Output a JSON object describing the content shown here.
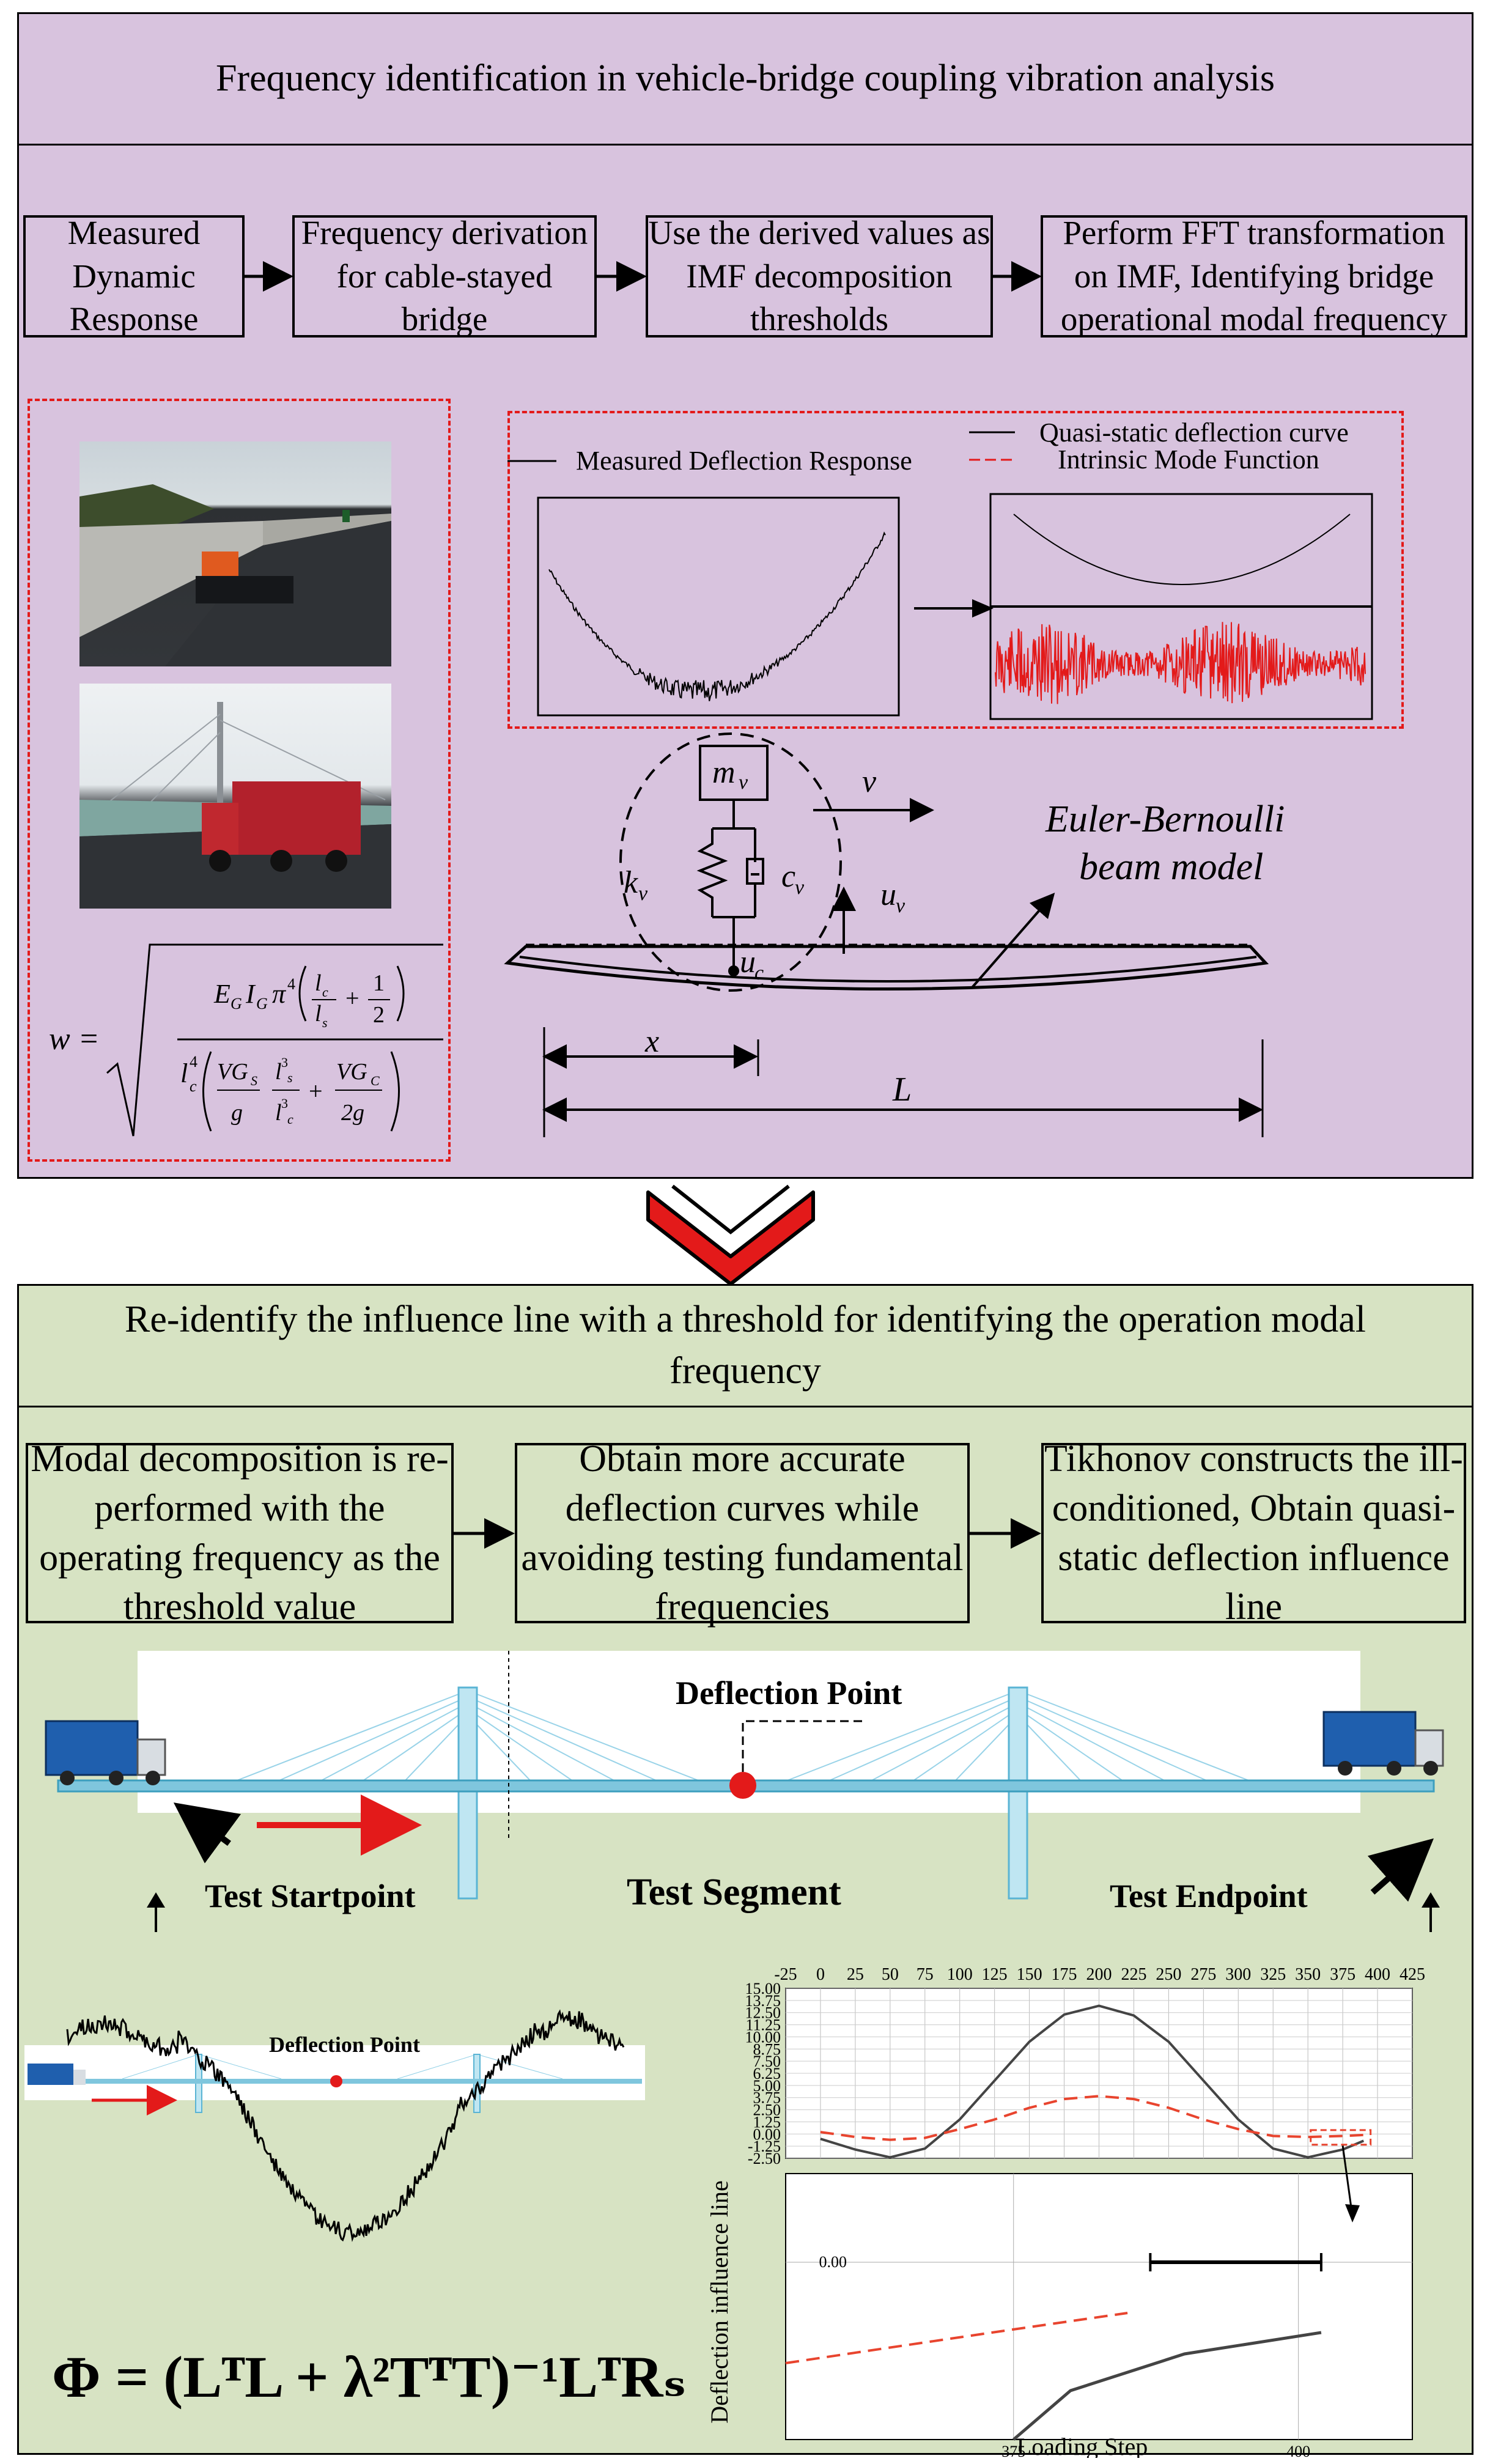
{
  "top_panel": {
    "title": "Frequency identification in vehicle-bridge coupling vibration analysis",
    "steps": [
      "Measured Dynamic Response",
      "Frequency derivation for cable-stayed bridge",
      "Use the derived values as IMF decomposition thresholds",
      "Perform FFT transformation on IMF, Identifying bridge operational modal frequency"
    ],
    "legend": {
      "measured": "Measured Deflection Response",
      "quasi_static": "Quasi-static deflection curve",
      "imf": "Intrinsic Mode Function"
    },
    "model": {
      "mass": "m",
      "mass_sub": "v",
      "velocity": "v",
      "stiffness": "k",
      "stiffness_sub": "v",
      "damping": "c",
      "damping_sub": "v",
      "disp_vehicle": "u",
      "disp_vehicle_sub": "v",
      "disp_contact": "u",
      "disp_contact_sub": "c",
      "beam_label_1": "Euler-Bernoulli",
      "beam_label_2": "beam model",
      "x_label": "x",
      "length_label": "L"
    },
    "formula_lhs": "w ="
  },
  "bottom_panel": {
    "title": "Re-identify the influence line with a threshold for identifying the operation modal frequency",
    "steps": [
      "Modal decomposition is re-performed with the operating frequency as the threshold value",
      "Obtain more accurate deflection curves while avoiding testing fundamental frequencies",
      "Tikhonov constructs the ill-conditioned, Obtain quasi-static deflection influence line"
    ],
    "bridge": {
      "deflection_point": "Deflection Point",
      "test_start": "Test Startpoint",
      "test_segment": "Test Segment",
      "test_end": "Test Endpoint"
    },
    "mini_bridge_label": "Deflection Point",
    "equation": "Φ = (LᵀL + λ²TᵀT)⁻¹LᵀRₛ"
  },
  "chart_data": {
    "type": "line",
    "ylabel": "Deflection influence line",
    "xlabel": "Loading Step",
    "top_x_ticks": [
      "-25",
      "0",
      "25",
      "50",
      "75",
      "100",
      "125",
      "150",
      "175",
      "200",
      "225",
      "250",
      "275",
      "300",
      "325",
      "350",
      "375",
      "400",
      "425"
    ],
    "top_y_ticks": [
      "15.00",
      "13.75",
      "12.50",
      "11.25",
      "10.00",
      "8.75",
      "7.50",
      "6.25",
      "5.00",
      "3.75",
      "2.50",
      "1.25",
      "0.00",
      "-1.25",
      "-2.50"
    ],
    "xlim": [
      -25,
      425
    ],
    "ylim": [
      -2.5,
      15
    ],
    "series": [
      {
        "x": [
          0,
          25,
          50,
          75,
          100,
          125,
          150,
          175,
          200,
          225,
          250,
          275,
          300,
          325,
          350,
          375,
          390
        ],
        "values": [
          -0.5,
          -1.6,
          -2.4,
          -1.5,
          1.5,
          5.5,
          9.5,
          12.3,
          13.2,
          12.2,
          9.5,
          5.5,
          1.5,
          -1.5,
          -2.4,
          -1.6,
          -0.7
        ]
      },
      {
        "x": [
          0,
          25,
          50,
          75,
          100,
          125,
          150,
          175,
          200,
          225,
          250,
          275,
          300,
          325,
          350,
          375,
          390
        ],
        "values": [
          0.2,
          -0.3,
          -0.6,
          -0.4,
          0.5,
          1.5,
          2.7,
          3.6,
          3.9,
          3.6,
          2.7,
          1.5,
          0.5,
          -0.2,
          -0.3,
          -0.2,
          -0.1
        ]
      }
    ],
    "zoom_x_ticks": [
      "375",
      "400"
    ],
    "zoom_y_tick": "0.00"
  }
}
